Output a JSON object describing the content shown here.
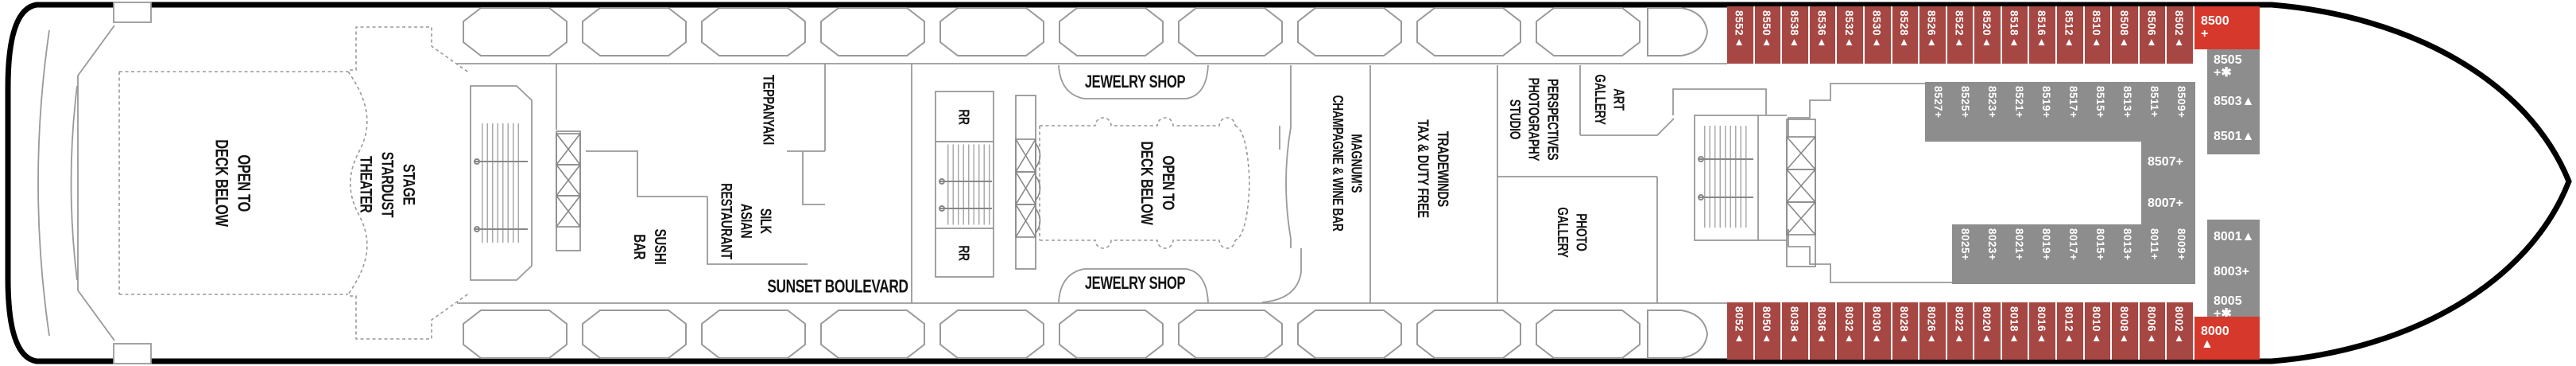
{
  "colors": {
    "band_red": "#a74743",
    "bright_red": "#d6392c",
    "cabin_gray": "#8d8d8d",
    "wall_gray": "#999999",
    "ink": "#141414"
  },
  "venues": [
    {
      "id": "open-below-aft",
      "lines": [
        "OPEN TO",
        "DECK BELOW"
      ]
    },
    {
      "id": "stage-theater",
      "lines": [
        "STAGE",
        "STARDUST",
        "THEATER"
      ]
    },
    {
      "id": "sushi-bar",
      "lines": [
        "SUSHI",
        "BAR"
      ]
    },
    {
      "id": "silk-asian-restaurant",
      "lines": [
        "SILK",
        "ASIAN",
        "RESTAURANT"
      ]
    },
    {
      "id": "teppanyaki",
      "lines": [
        "TEPPANYAKI"
      ]
    },
    {
      "id": "sunset-boulevard",
      "lines": [
        "SUNSET BOULEVARD"
      ]
    },
    {
      "id": "restroom-aft",
      "lines": [
        "RR"
      ]
    },
    {
      "id": "restroom-fwd",
      "lines": [
        "RR"
      ]
    },
    {
      "id": "jewelry-shop-port",
      "lines": [
        "JEWELRY SHOP"
      ]
    },
    {
      "id": "jewelry-shop-starboard",
      "lines": [
        "JEWELRY SHOP"
      ]
    },
    {
      "id": "open-below-mid",
      "lines": [
        "OPEN TO",
        "DECK BELOW"
      ]
    },
    {
      "id": "magnums",
      "lines": [
        "MAGNUM'S",
        "CHAMPAGNE & WINE BAR"
      ]
    },
    {
      "id": "tradewinds",
      "lines": [
        "TRADEWINDS",
        "TAX & DUTY FREE"
      ]
    },
    {
      "id": "perspectives",
      "lines": [
        "PERSPECTIVES",
        "PHOTOGRAPHY",
        "STUDIO"
      ]
    },
    {
      "id": "art-gallery",
      "lines": [
        "ART",
        "GALLERY"
      ]
    },
    {
      "id": "photo-gallery",
      "lines": [
        "PHOTO",
        "GALLERY"
      ]
    }
  ],
  "cabins": {
    "top_band": [
      "8552▲",
      "8550▲",
      "8538▲",
      "8536▲",
      "8532▲",
      "8530▲",
      "8528▲",
      "8526▲",
      "8522▲",
      "8520▲",
      "8518▲",
      "8516▲",
      "8512▲",
      "8510▲",
      "8508▲",
      "8506▲",
      "8502▲"
    ],
    "bottom_band": [
      "8052▲",
      "8050▲",
      "8038▲",
      "8036▲",
      "8032▲",
      "8030▲",
      "8028▲",
      "8026▲",
      "8022▲",
      "8020▲",
      "8018▲",
      "8016▲",
      "8012▲",
      "8010▲",
      "8008▲",
      "8006▲",
      "8002▲"
    ],
    "mid_top": [
      "8527+",
      "8525+",
      "8523+",
      "8521+",
      "8519+",
      "8517+",
      "8515+",
      "8513+",
      "8511+",
      "8509+"
    ],
    "mid_bottom": [
      "8025+",
      "8023+",
      "8021+",
      "8019+",
      "8017+",
      "8015+",
      "8013+",
      "8011+",
      "8009+"
    ],
    "mid_right": [
      [
        "8507+"
      ],
      [
        "8007+"
      ]
    ],
    "bow_top_corner": [
      "8500",
      "+"
    ],
    "bow_column_upper": [
      [
        "8505",
        "+✱"
      ],
      [
        "8503▲"
      ],
      [
        "8501▲"
      ]
    ],
    "bow_column_lower": [
      [
        "8001▲"
      ],
      [
        "8003+"
      ],
      [
        "8005",
        "+✱"
      ]
    ],
    "bow_bottom_corner": [
      "8000",
      "▲"
    ]
  }
}
